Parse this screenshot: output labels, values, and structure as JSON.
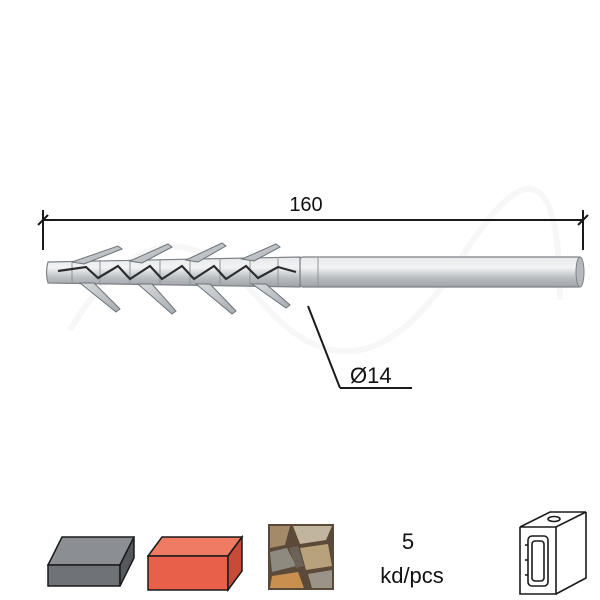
{
  "dimension": {
    "length": "160",
    "diameter": "Ø14"
  },
  "package": {
    "quantity": "5",
    "unit": "kd/pcs"
  },
  "materials": [
    {
      "name": "concrete-block",
      "color": "#6f7276"
    },
    {
      "name": "brick",
      "color": "#e8604a"
    },
    {
      "name": "natural-stone",
      "color": "#8a7460"
    }
  ],
  "icons": [
    "concrete-block-icon",
    "brick-icon",
    "stone-icon",
    "blister-pack-icon"
  ],
  "colors": {
    "plug_body": "#c9cccf",
    "line": "#1a1a1a",
    "text": "#111111"
  }
}
